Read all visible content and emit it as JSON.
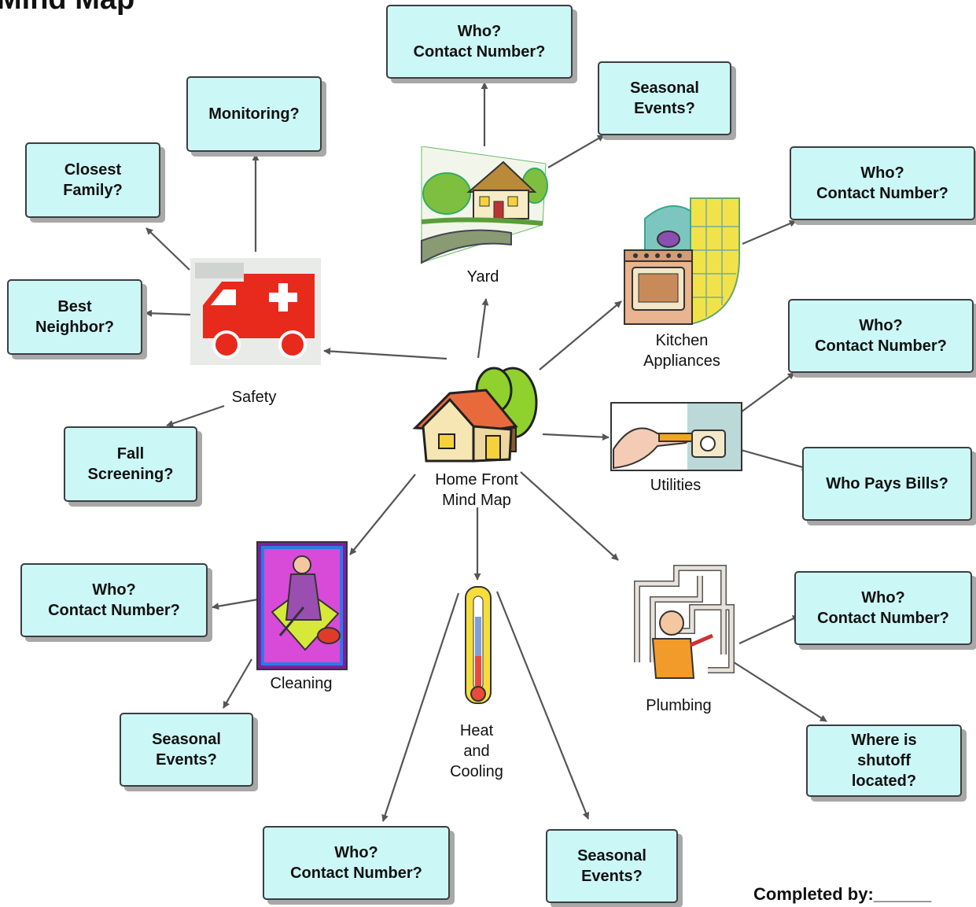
{
  "title": "Mind Map",
  "center": {
    "label": "Home Front\nMind Map"
  },
  "categories": {
    "safety": "Safety",
    "yard": "Yard",
    "kitchen": "Kitchen\nAppliances",
    "utilities": "Utilities",
    "plumbing": "Plumbing",
    "heat": "Heat\nand\nCooling",
    "cleaning": "Cleaning"
  },
  "boxes": {
    "yard_who": "Who?\nContact Number?",
    "yard_seasonal": "Seasonal\nEvents?",
    "kitchen_who": "Who?\nContact Number?",
    "utilities_who": "Who?\nContact Number?",
    "utilities_bills": "Who Pays Bills?",
    "plumbing_who": "Who?\nContact Number?",
    "plumbing_shutoff": "Where is\nshutoff\nlocated?",
    "heat_seasonal": "Seasonal\nEvents?",
    "heat_who": "Who?\nContact Number?",
    "cleaning_seasonal": "Seasonal\nEvents?",
    "cleaning_who": "Who?\nContact Number?",
    "safety_fall": "Fall\nScreening?",
    "safety_neighbor": "Best\nNeighbor?",
    "safety_family": "Closest\nFamily?",
    "safety_monitoring": "Monitoring?"
  },
  "footer": {
    "completed_by": "Completed by:______"
  },
  "colors": {
    "box_fill": "#ccf7f7",
    "arrow": "#555555"
  }
}
